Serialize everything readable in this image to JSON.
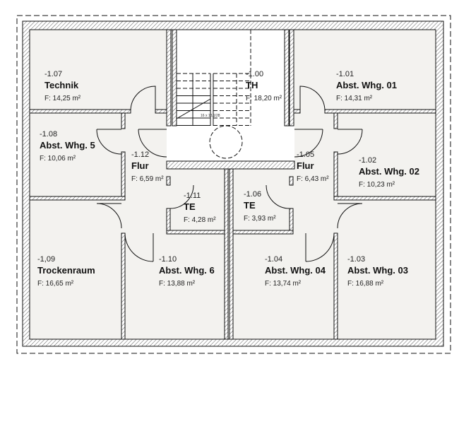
{
  "plan": {
    "stair_label": "16 x 18,1/28",
    "rooms": [
      {
        "id": "r107",
        "number": "-1.07",
        "name": "Technik",
        "area": "F: 14,25 m²"
      },
      {
        "id": "r100",
        "number": "-1.00",
        "name": "TH",
        "area": "F: 18,20 m²"
      },
      {
        "id": "r101",
        "number": "-1.01",
        "name": "Abst. Whg. 01",
        "area": "F: 14,31 m²"
      },
      {
        "id": "r108",
        "number": "-1.08",
        "name": "Abst. Whg. 5",
        "area": "F: 10,06 m²"
      },
      {
        "id": "r112",
        "number": "-1.12",
        "name": "Flur",
        "area": "F: 6,59 m²"
      },
      {
        "id": "r105",
        "number": "-1.05",
        "name": "Flur",
        "area": "F: 6,43 m²"
      },
      {
        "id": "r102",
        "number": "-1.02",
        "name": "Abst. Whg. 02",
        "area": "F: 10,23 m²"
      },
      {
        "id": "r111",
        "number": "-1.11",
        "name": "TE",
        "area": "F: 4,28 m²"
      },
      {
        "id": "r106",
        "number": "-1.06",
        "name": "TE",
        "area": "F: 3,93 m²"
      },
      {
        "id": "r109",
        "number": "-1,09",
        "name": "Trockenraum",
        "area": "F: 16,65 m²"
      },
      {
        "id": "r110",
        "number": "-1.10",
        "name": "Abst. Whg. 6",
        "area": "F: 13,88 m²"
      },
      {
        "id": "r104",
        "number": "-1.04",
        "name": "Abst. Whg. 04",
        "area": "F: 13,74 m²"
      },
      {
        "id": "r103",
        "number": "-1.03",
        "name": "Abst. Whg. 03",
        "area": "F: 16,88 m²"
      }
    ]
  }
}
